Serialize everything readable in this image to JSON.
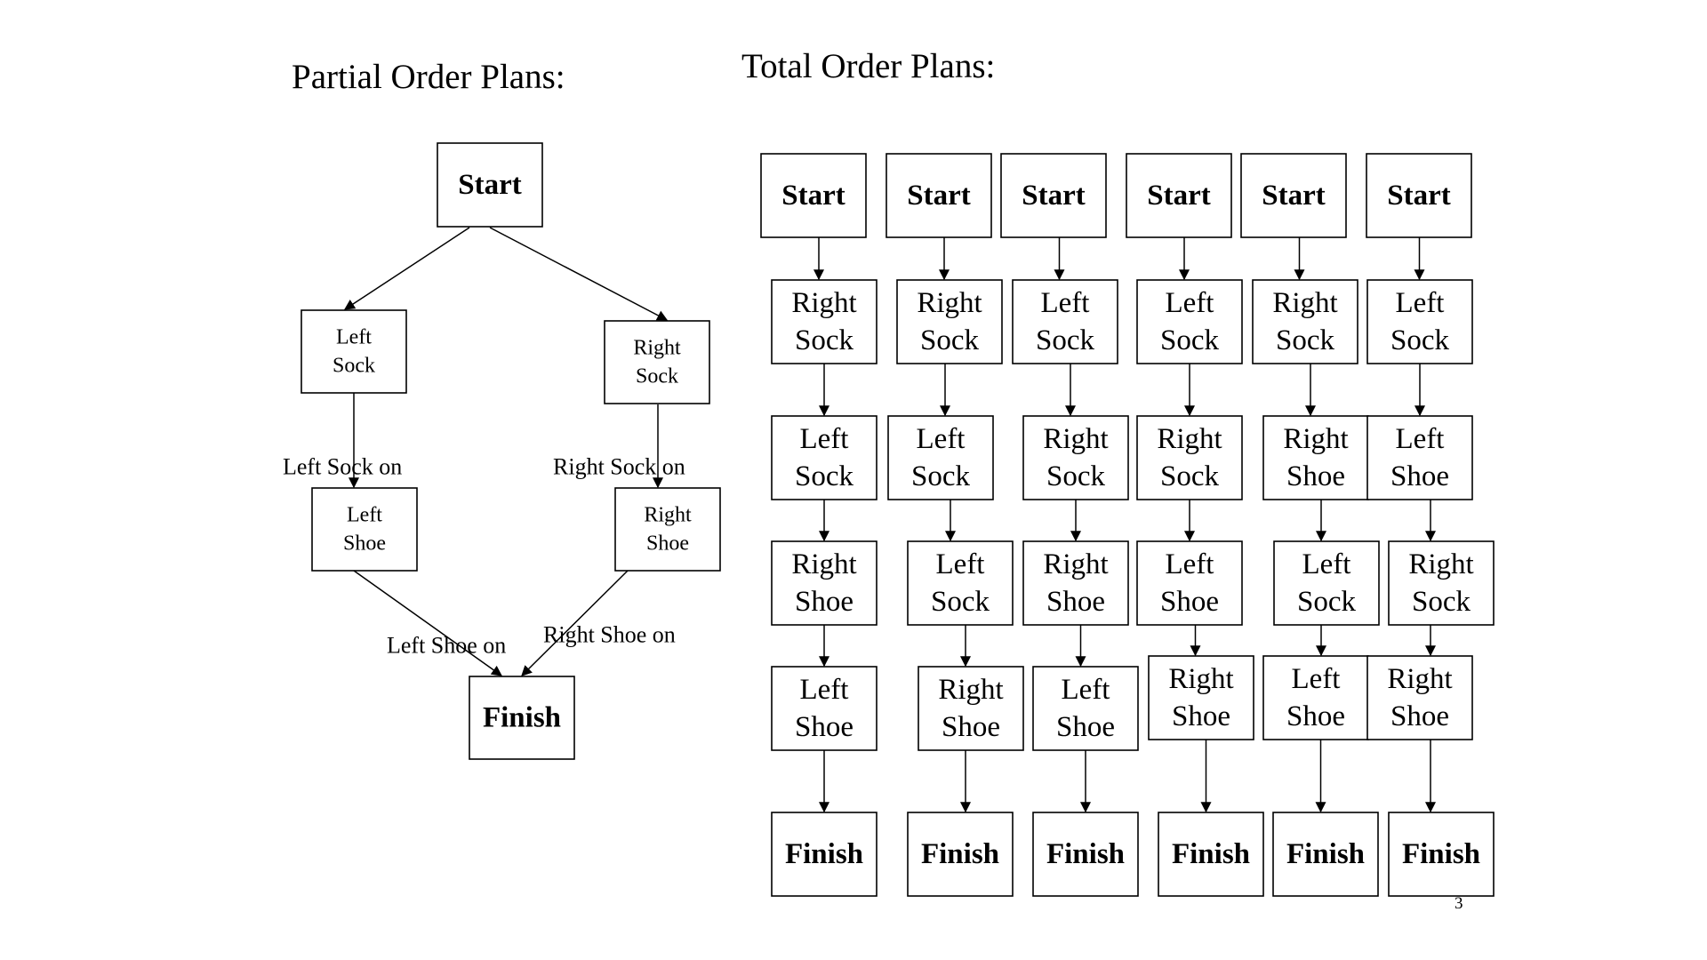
{
  "titles": {
    "partial": "Partial Order Plans:",
    "total": "Total Order Plans:"
  },
  "page_number": "3",
  "partial_order": {
    "nodes": {
      "start": "Start",
      "left_sock": [
        "Left",
        "Sock"
      ],
      "right_sock": [
        "Right",
        "Sock"
      ],
      "left_shoe": [
        "Left",
        "Shoe"
      ],
      "right_shoe": [
        "Right",
        "Shoe"
      ],
      "finish": "Finish"
    },
    "edge_labels": {
      "left_sock_on": "Left Sock on",
      "right_sock_on": "Right Sock on",
      "left_shoe_on": "Left Shoe on",
      "right_shoe_on": "Right Shoe on"
    }
  },
  "total_order": {
    "start_label": "Start",
    "finish_label": "Finish",
    "columns": [
      [
        "Right Sock",
        "Left Sock",
        "Right Shoe",
        "Left Shoe"
      ],
      [
        "Right Sock",
        "Left Sock",
        "Left Sock",
        "Right Shoe"
      ],
      [
        "Left Sock",
        "Right Sock",
        "Right Shoe",
        "Left Shoe"
      ],
      [
        "Left Sock",
        "Right Sock",
        "Left Shoe",
        "Right Shoe"
      ],
      [
        "Right Sock",
        "Right Shoe",
        "Left Sock",
        "Left Shoe"
      ],
      [
        "Left Sock",
        "Left Shoe",
        "Right Sock",
        "Right Shoe"
      ]
    ]
  }
}
